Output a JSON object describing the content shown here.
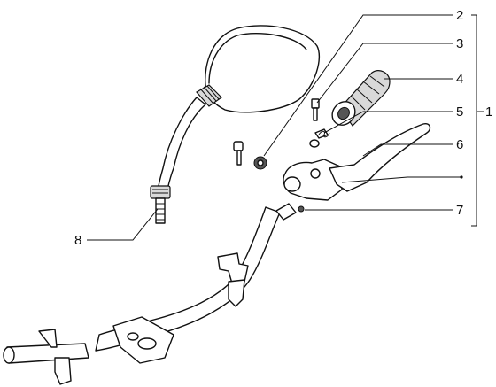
{
  "callouts": {
    "c1": "1",
    "c2": "2",
    "c3": "3",
    "c4": "4",
    "c5": "5",
    "c6": "6",
    "c7": "7",
    "c8": "8"
  },
  "colors": {
    "line": "#111111",
    "background": "#ffffff",
    "shading": "#d9d9d9"
  }
}
